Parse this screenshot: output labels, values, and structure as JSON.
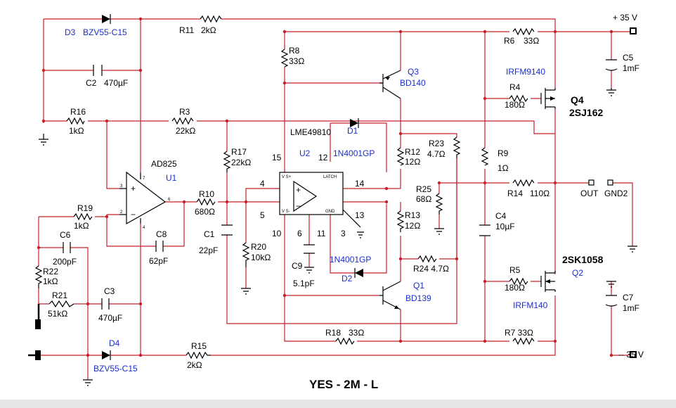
{
  "title": "YES - 2M - L",
  "rails": {
    "positive": "+ 35 V",
    "negative": "-- 35 V"
  },
  "output": {
    "out": "OUT",
    "gnd": "GND2"
  },
  "components": {
    "R1": {
      "ref": "R10",
      "value": "680Ω"
    },
    "R3": {
      "ref": "R3",
      "value": "22kΩ"
    },
    "R4": {
      "ref": "R4",
      "value": "180Ω"
    },
    "R5": {
      "ref": "R5",
      "value": "180Ω"
    },
    "R6": {
      "ref": "R6",
      "value": "33Ω"
    },
    "R7": {
      "ref": "R7 33Ω"
    },
    "R8": {
      "ref": "R8",
      "value": "33Ω"
    },
    "R9": {
      "ref": "R9",
      "value": "1Ω"
    },
    "R11": {
      "ref": "R11",
      "value": "2kΩ"
    },
    "R12": {
      "ref": "R12",
      "value": "12Ω"
    },
    "R13": {
      "ref": "R13",
      "value": "12Ω"
    },
    "R14": {
      "ref": "R14",
      "value": "110Ω"
    },
    "R15": {
      "ref": "R15",
      "value": "2kΩ"
    },
    "R16": {
      "ref": "R16",
      "value": "1kΩ"
    },
    "R17": {
      "ref": "R17",
      "value": "22kΩ"
    },
    "R18": {
      "ref": "R18",
      "value": "33Ω"
    },
    "R19": {
      "ref": "R19",
      "value": "1kΩ"
    },
    "R20": {
      "ref": "R20",
      "value": "10kΩ"
    },
    "R21": {
      "ref": "R21",
      "value": "51kΩ"
    },
    "R22": {
      "ref": "R22",
      "value": "1kΩ"
    },
    "R23": {
      "ref": "R23",
      "value": "4.7Ω"
    },
    "R24": {
      "ref": "R24 4.7Ω"
    },
    "R25": {
      "ref": "R25",
      "value": "68Ω"
    },
    "C1": {
      "ref": "C1",
      "value": "22pF"
    },
    "C2": {
      "ref": "C2",
      "value": "470µF"
    },
    "C3": {
      "ref": "C3",
      "value": "470µF"
    },
    "C4": {
      "ref": "C4",
      "value": "10µF"
    },
    "C5": {
      "ref": "C5",
      "value": "1mF"
    },
    "C6": {
      "ref": "C6",
      "value": "200pF"
    },
    "C7": {
      "ref": "C7",
      "value": "1mF"
    },
    "C8": {
      "ref": "C8",
      "value": "62pF"
    },
    "C9": {
      "ref": "C9",
      "value": "5.1pF"
    },
    "D1": {
      "ref": "D1",
      "value": "1N4001GP"
    },
    "D2": {
      "ref": "D2",
      "value": "1N4001GP"
    },
    "D3": {
      "ref": "D3",
      "value": "BZV55-C15"
    },
    "D4": {
      "ref": "D4",
      "value": "BZV55-C15"
    },
    "Q1": {
      "ref": "Q1",
      "value": "BD139"
    },
    "Q2": {
      "ref": "Q2",
      "value": "2SK1058",
      "type": "IRFM140"
    },
    "Q3": {
      "ref": "Q3",
      "value": "BD140"
    },
    "Q4": {
      "ref": "Q4",
      "value": "2SJ162",
      "type": "IRFM9140"
    },
    "U1": {
      "ref": "U1",
      "value": "AD825"
    },
    "U2": {
      "ref": "U2",
      "value": "LME49810"
    }
  },
  "pins": {
    "u1_in_plus": "3",
    "u1_in_minus": "2",
    "u1_out": "6",
    "u1_vplus": "7",
    "u1_vminus": "4",
    "u2_p15": "15",
    "u2_p12": "12",
    "u2_p4": "4",
    "u2_p5": "5",
    "u2_p14": "14",
    "u2_p13": "13",
    "u2_p10": "10",
    "u2_p6": "6",
    "u2_p11": "11",
    "u2_p3": "3",
    "u2_vplus": "V S+",
    "u2_latch": "LATCH",
    "u2_vminus": "V S-",
    "u2_gnd": "GND",
    "u2_plus": "+",
    "u2_minus": "−"
  },
  "colors": {
    "wire": "#c8202a",
    "label_blue": "#1a2fcf",
    "component": "#000000"
  }
}
